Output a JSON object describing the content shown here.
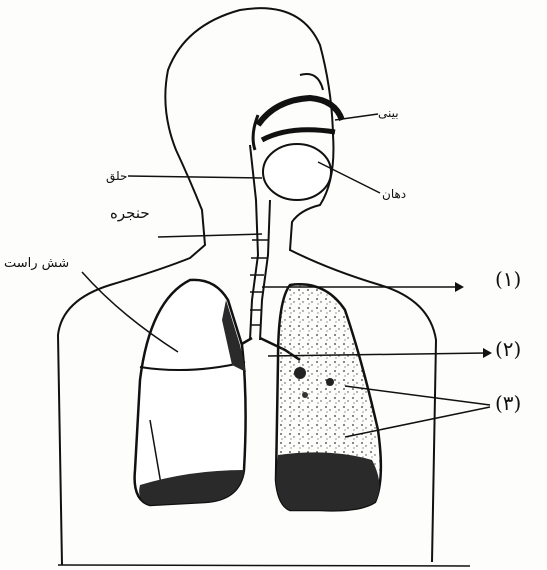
{
  "labels": {
    "nose": "بینی",
    "throat": "حلق",
    "mouth": "دهان",
    "larynx": "حنجره",
    "right_lung": "شش راست",
    "marker_1": "(۱)",
    "marker_2": "(۲)",
    "marker_3": "(۳)"
  },
  "colors": {
    "ink": "#111111",
    "paper": "#fdfdfb",
    "shade": "#2a2a2a"
  }
}
